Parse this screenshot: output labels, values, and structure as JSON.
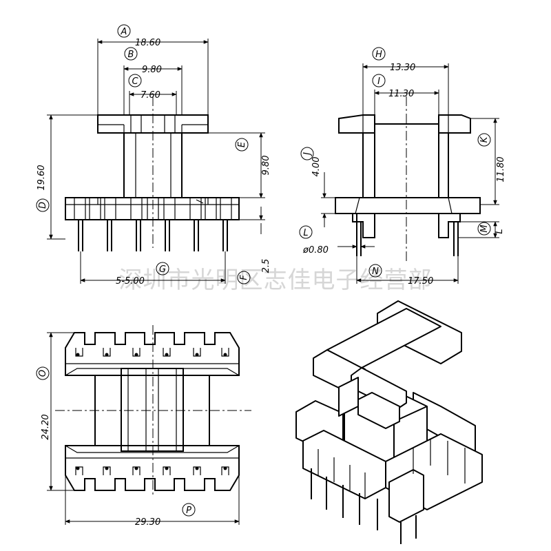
{
  "watermark": "深圳市光明区志佳电子经营部",
  "front_view": {
    "dims": {
      "A": "18.60",
      "B": "9.80",
      "C": "7.60",
      "D": "19.60",
      "E": "9.80",
      "F": "2.5",
      "G": "5-5.00"
    },
    "letters": {
      "A": "A",
      "B": "B",
      "C": "C",
      "D": "D",
      "E": "E",
      "F": "F",
      "G": "G"
    }
  },
  "side_view": {
    "dims": {
      "H": "13.30",
      "I": "11.30",
      "J": "4.00",
      "K": "11.80",
      "L": "ø0.80",
      "N": "17.50",
      "M": "L"
    },
    "letters": {
      "H": "H",
      "I": "I",
      "J": "J",
      "K": "K",
      "L": "L",
      "M": "M",
      "N": "N"
    }
  },
  "top_view": {
    "dims": {
      "O": "24.20",
      "P": "29.30"
    },
    "letters": {
      "O": "O",
      "P": "P"
    }
  }
}
